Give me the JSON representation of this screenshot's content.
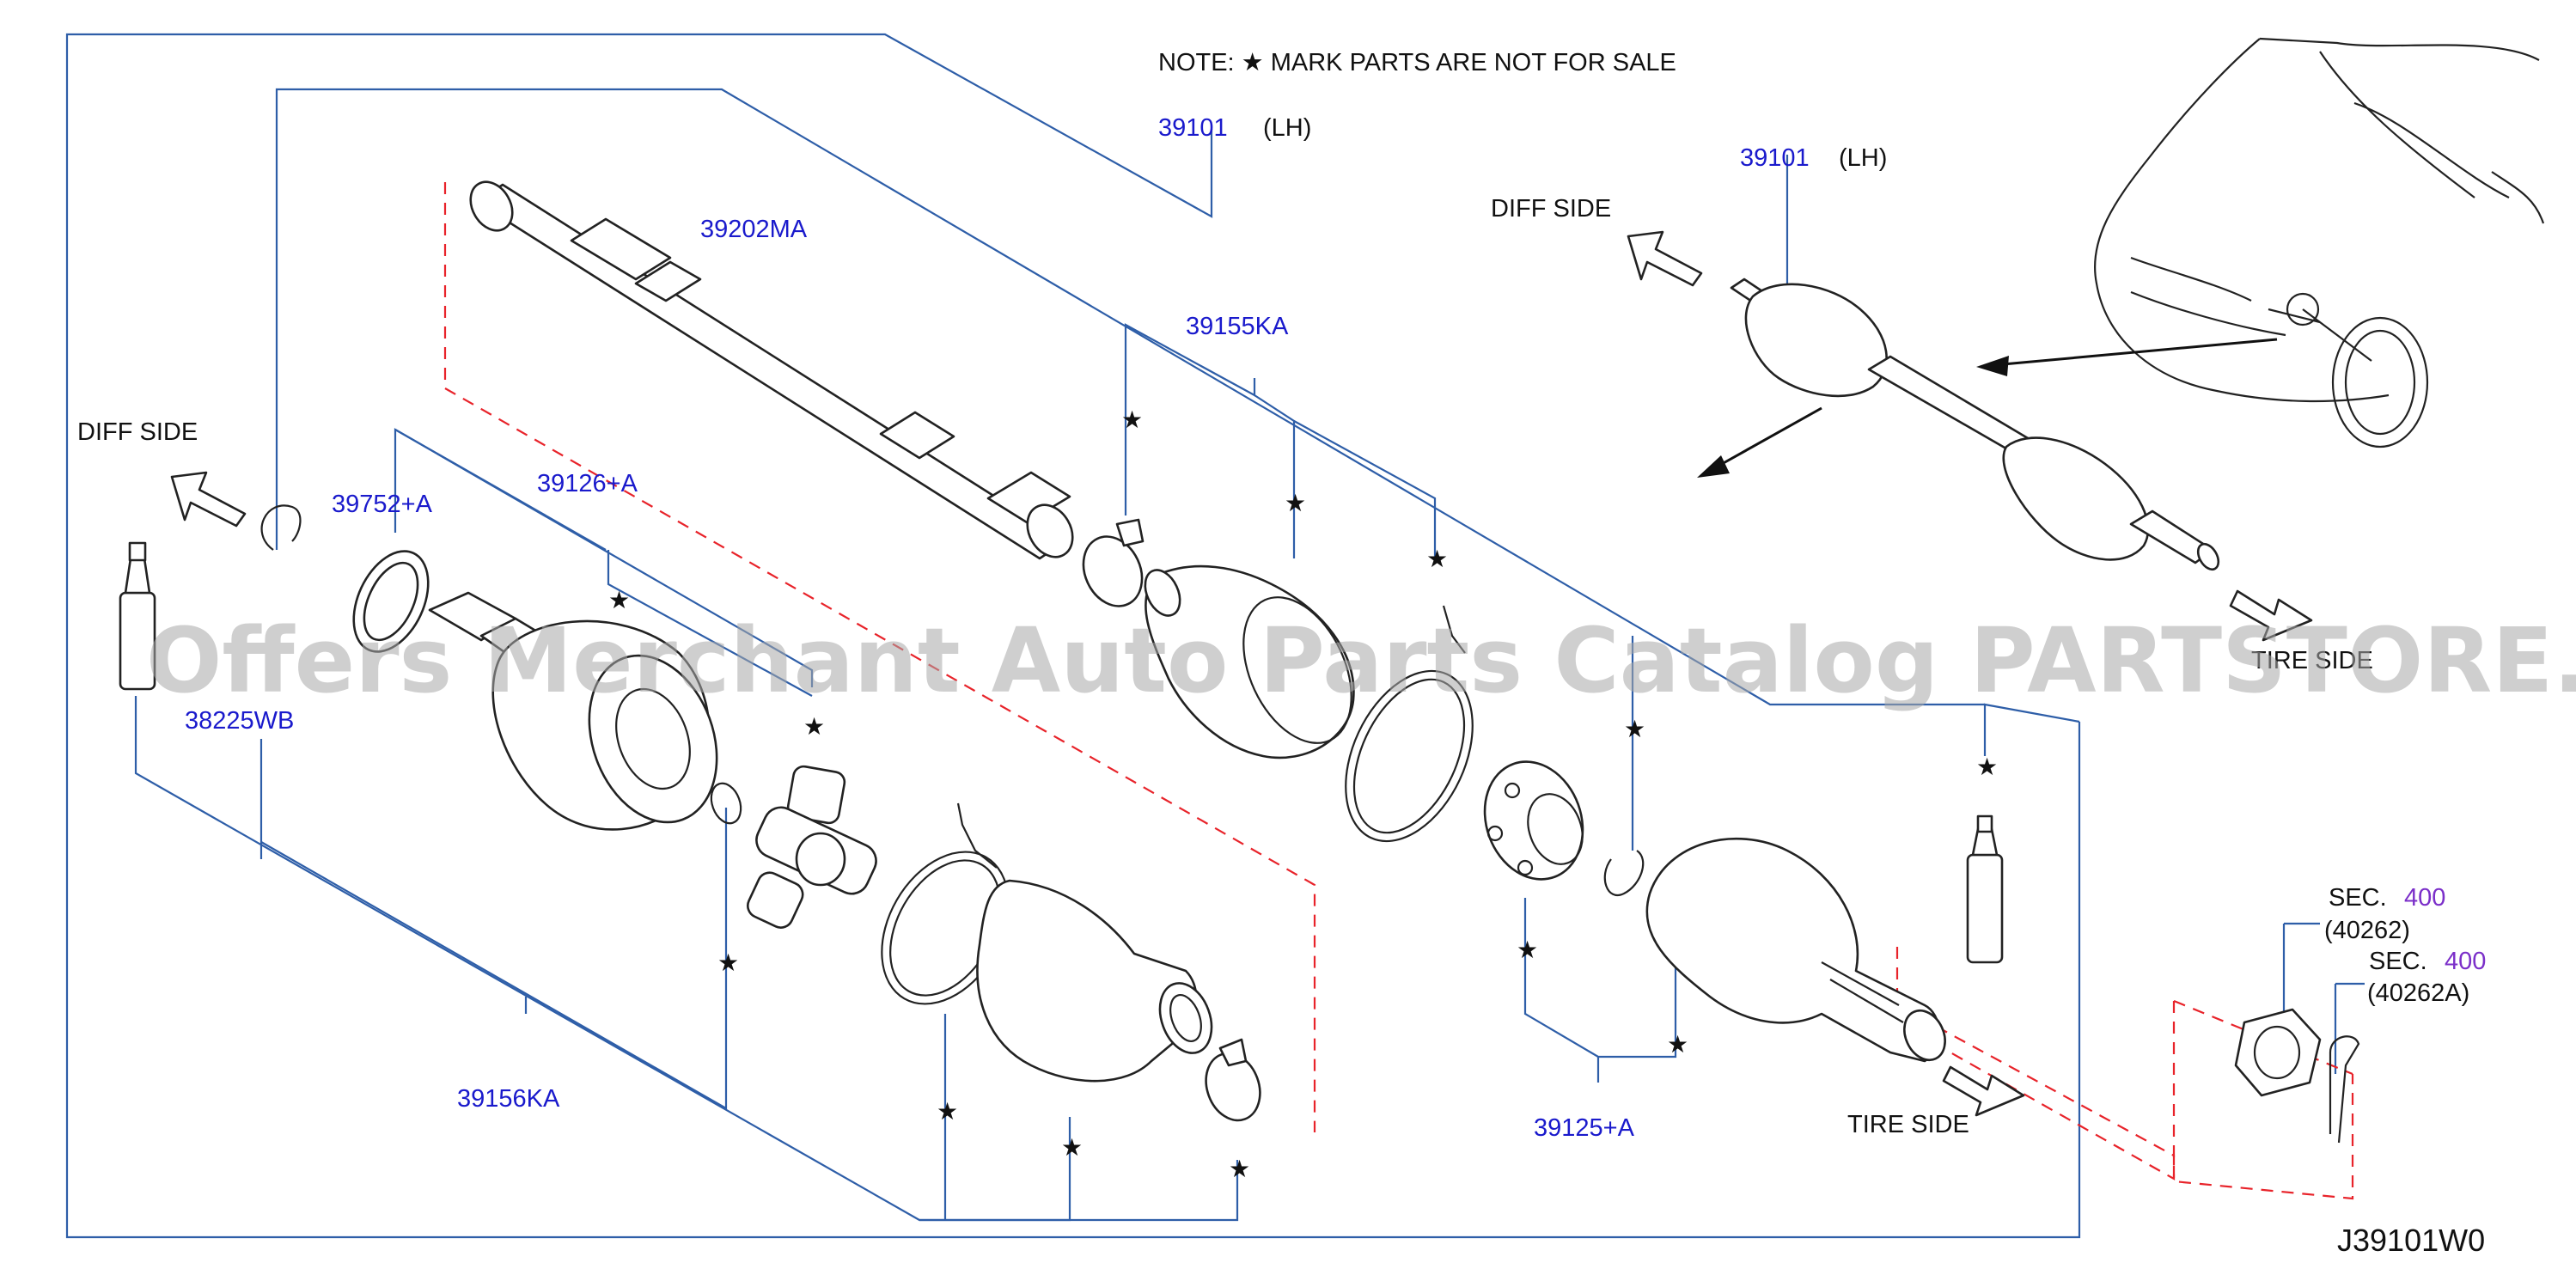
{
  "note": "NOTE:  ★ MARK   PARTS   ARE   NOT   FOR   SALE",
  "star": "★",
  "diagram_code": "J39101W0",
  "watermark": "Offers Merchant Auto Parts Catalog PARTSTORE.SA",
  "labels": {
    "diff_side_left": "DIFF   SIDE",
    "diff_side_right": "DIFF   SIDE",
    "tire_side_bottom": "TIRE   SIDE",
    "tire_side_right": "TIRE   SIDE",
    "lh_top": "(LH)",
    "lh_right": "(LH)",
    "sec_1_prefix": "SEC.",
    "sec_1_code": "(40262)",
    "sec_2_prefix": "SEC.",
    "sec_2_code": "(40262A)"
  },
  "parts": {
    "p39101_top": "39101",
    "p39101_right": "39101",
    "p39202MA": "39202MA",
    "p39155KA": "39155KA",
    "p39752A": "39752+A",
    "p39126A": "39126+A",
    "p38225WB": "38225WB",
    "p39156KA": "39156KA",
    "p39125A": "39125+A",
    "sec_1_num": "400",
    "sec_2_num": "400"
  },
  "colors": {
    "part_number": "#1a1acc",
    "section_number": "#7b2fc9",
    "leader_line": "#2e5ea8",
    "phantom_line": "#e8232a"
  }
}
